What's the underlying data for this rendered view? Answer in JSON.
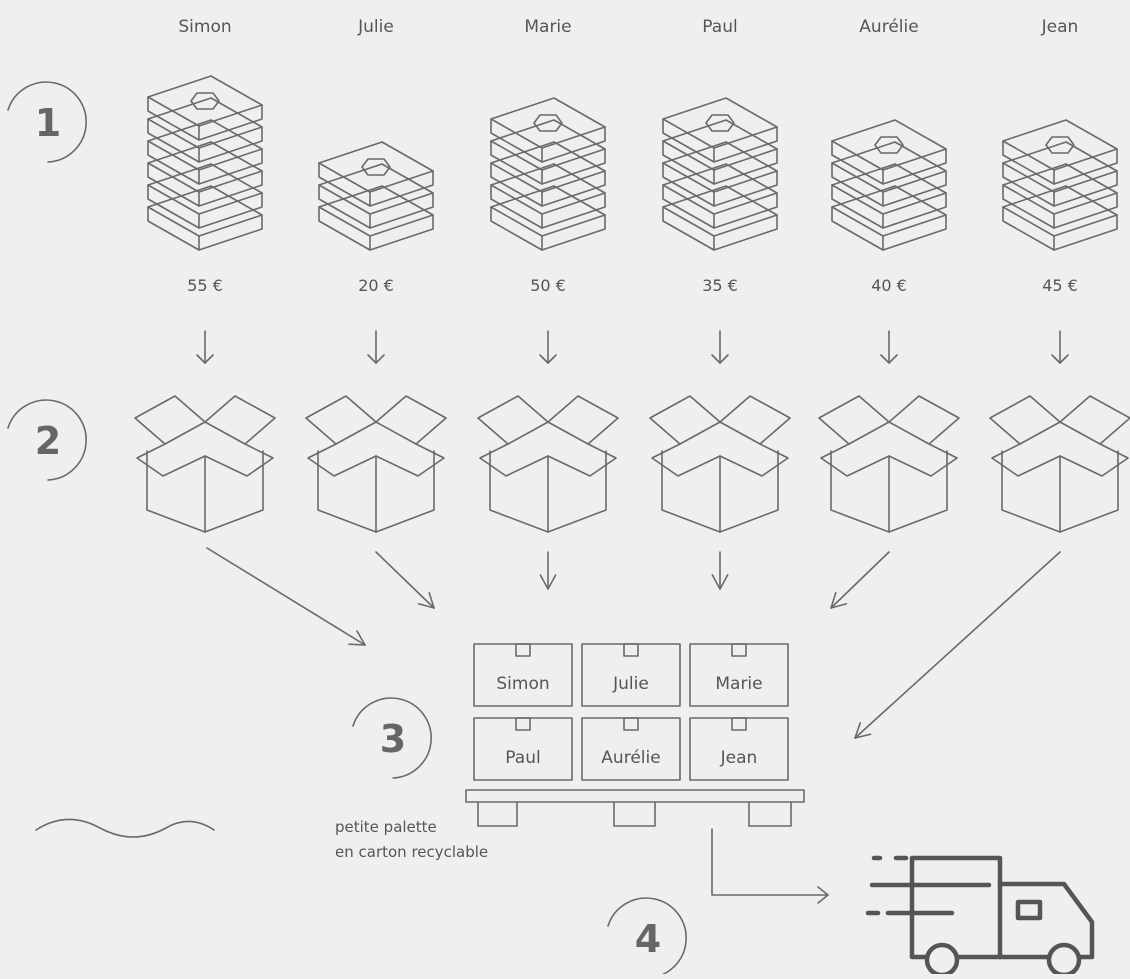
{
  "people": [
    {
      "name": "Simon",
      "price": "55 €",
      "stack": 6
    },
    {
      "name": "Julie",
      "price": "20 €",
      "stack": 3
    },
    {
      "name": "Marie",
      "price": "50 €",
      "stack": 5
    },
    {
      "name": "Paul",
      "price": "35 €",
      "stack": 5
    },
    {
      "name": "Aurélie",
      "price": "40 €",
      "stack": 4
    },
    {
      "name": "Jean",
      "price": "45 €",
      "stack": 4
    }
  ],
  "steps": [
    "1",
    "2",
    "3",
    "4"
  ],
  "pallet": {
    "slots": [
      "Simon",
      "Julie",
      "Marie",
      "Paul",
      "Aurélie",
      "Jean"
    ],
    "note_line1": "petite palette",
    "note_line2": "en carton recyclable"
  },
  "colors": {
    "background": "#efefef",
    "line": "#6a6a6a",
    "text": "#555555"
  },
  "icons": [
    "tray-stack-icon",
    "open-carton-icon",
    "down-arrow-icon",
    "pallet-icon",
    "delivery-truck-icon",
    "wave-decoration-icon"
  ]
}
